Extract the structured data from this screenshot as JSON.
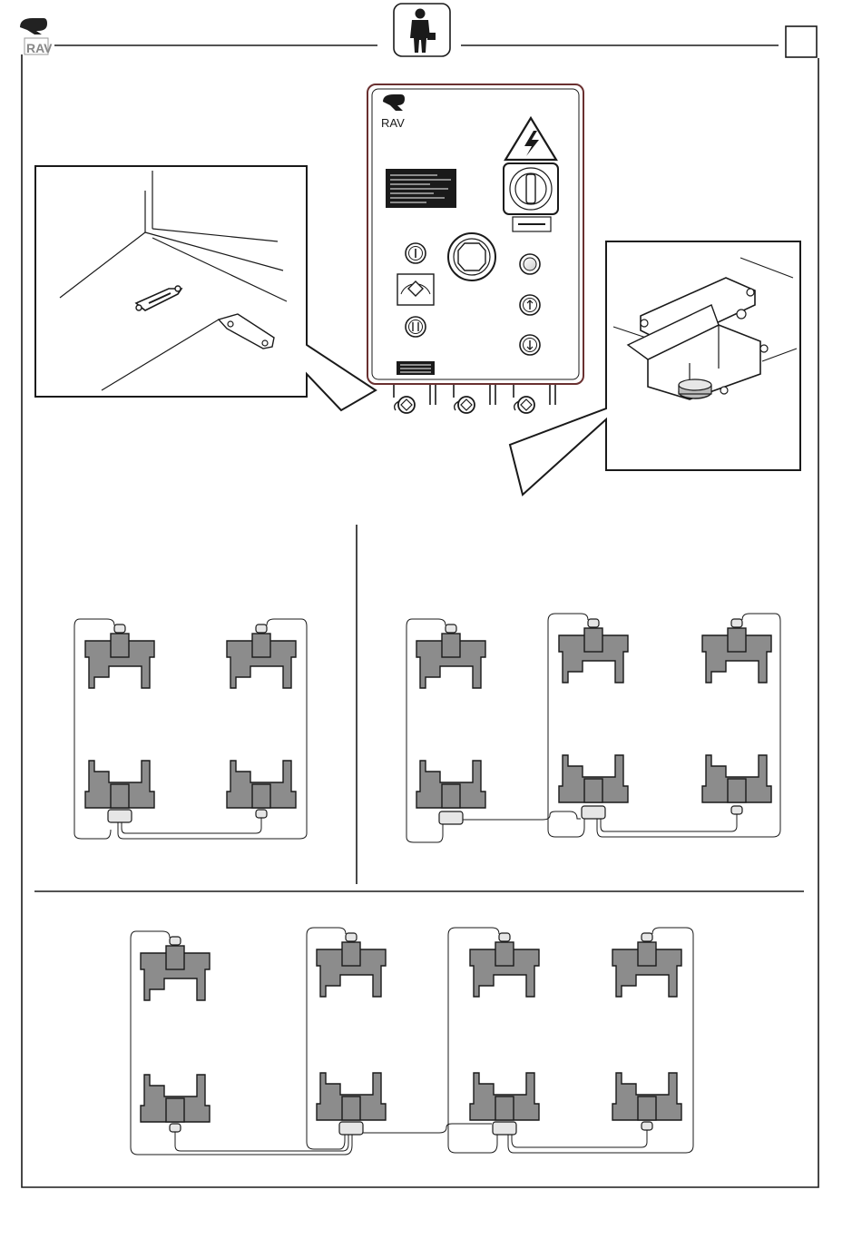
{
  "header": {
    "brand_letters": "RAV",
    "operator_icon": "operator-with-briefcase-icon",
    "page_box": ""
  },
  "control_panel": {
    "brand_letters": "RAV",
    "warning_icon": "high-voltage-warning-icon",
    "main_switch_icon": "rotary-main-switch-icon",
    "emergency_stop_icon": "emergency-stop-button-icon",
    "left_buttons": [
      "button-i-icon",
      "selector-dial-icon",
      "up-down-button-icon"
    ],
    "right_buttons": [
      "indicator-lamp-icon",
      "up-arrow-button-icon",
      "down-arrow-button-icon"
    ],
    "cable_connectors": 3
  },
  "details": {
    "left": "connector-socket-under-cabinet",
    "right": "column-plug-connector"
  },
  "layouts": [
    {
      "name": "two-column-pairs",
      "pairs": 2
    },
    {
      "name": "three-column-pairs",
      "pairs": 3
    },
    {
      "name": "four-column-pairs",
      "pairs": 4
    }
  ],
  "colors": {
    "line": "#1a1a1a",
    "column_fill": "#8c8c8c",
    "connector_fill": "#e6e6e6",
    "panel_label": "#1a1a1a",
    "panel_border": "#6a3030"
  }
}
